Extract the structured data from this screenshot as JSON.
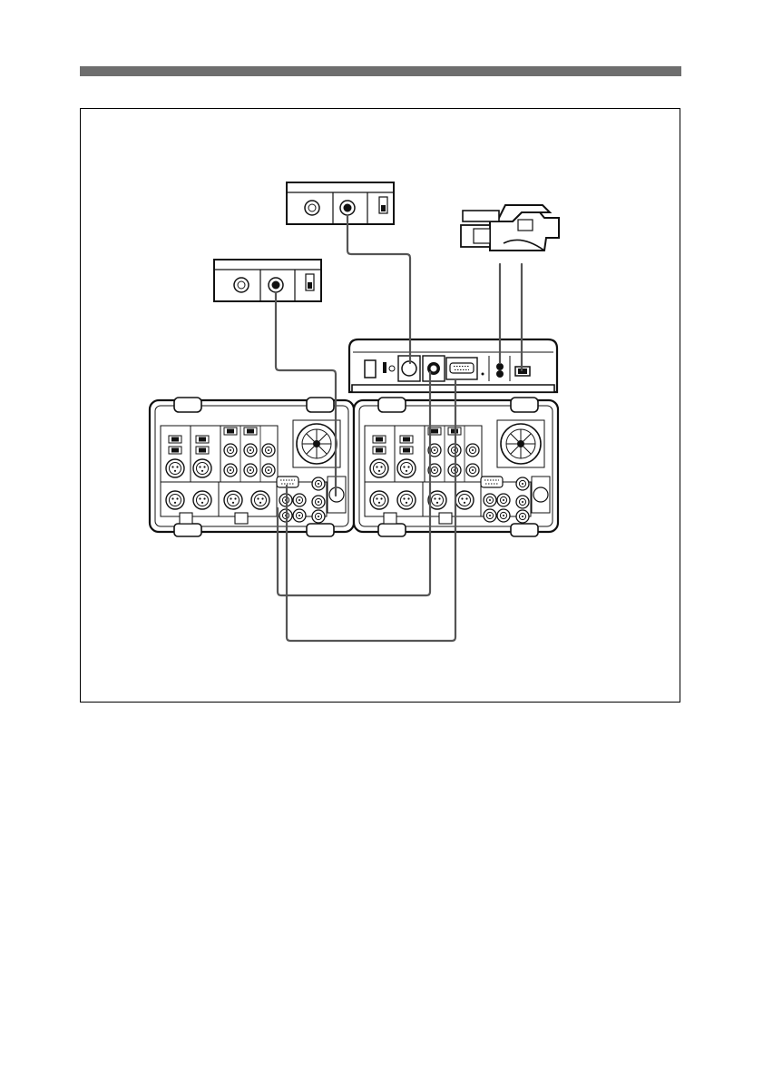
{
  "page": {
    "header_bar_color": "#6e6e6e",
    "background": "#ffffff"
  },
  "diagram": {
    "components": [
      {
        "name": "monitor-connector-panel-upper",
        "kind": "connector-panel"
      },
      {
        "name": "monitor-connector-panel-lower",
        "kind": "connector-panel"
      },
      {
        "name": "video-camera",
        "kind": "camera-icon"
      },
      {
        "name": "adaptor-unit",
        "kind": "adaptor"
      },
      {
        "name": "vtr-left",
        "kind": "vtr-rear-panel"
      },
      {
        "name": "vtr-right",
        "kind": "vtr-rear-panel"
      }
    ],
    "line_color": "#555555",
    "stroke_color": "#111111"
  }
}
